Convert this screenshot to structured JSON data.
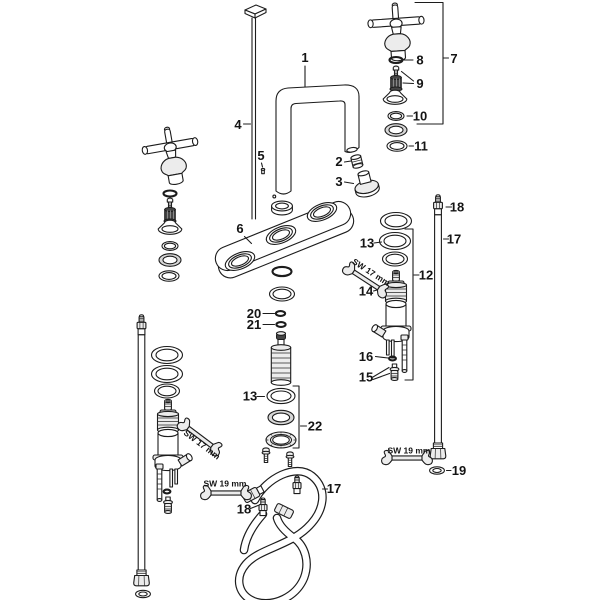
{
  "diagram": {
    "colors": {
      "line": "#1c1c1c",
      "background": "#ffffff",
      "metal_shade": "#ececec",
      "seal_shade": "#d7d7d7",
      "dark_part": "#454545"
    },
    "labels": {
      "p1": "1",
      "p2": "2",
      "p3": "3",
      "p4": "4",
      "p5": "5",
      "p6": "6",
      "p7": "7",
      "p8": "8",
      "p9": "9",
      "p10": "10",
      "p11": "11",
      "p12": "12",
      "p13": "13",
      "p14": "14",
      "p15": "15",
      "p16": "16",
      "p17": "17",
      "p18": "18",
      "p19": "19",
      "p20": "20",
      "p21": "21",
      "p22": "22",
      "sw17": "SW 17 mm",
      "sw19": "SW 19 mm"
    }
  }
}
